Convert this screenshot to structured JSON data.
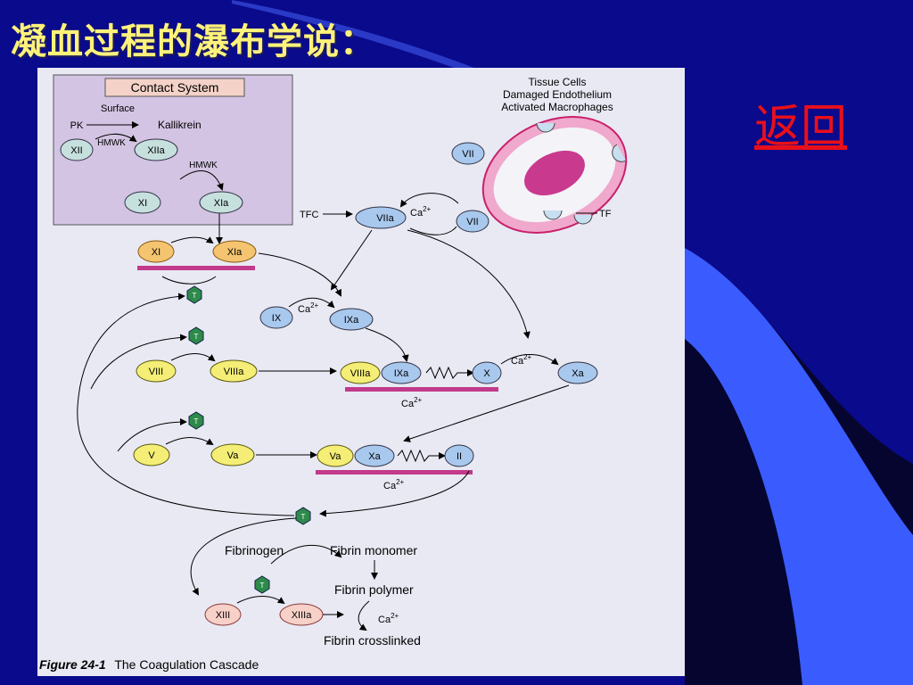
{
  "slide": {
    "title": "凝血过程的瀑布学说：",
    "back_label": "返回",
    "colors": {
      "background": "#0a0a8c",
      "title": "#fff27a",
      "back": "#e8101a",
      "accent": "#3a5cff",
      "dark": "#050530"
    }
  },
  "figure": {
    "caption_label": "Figure 24-1",
    "caption_text": "The Coagulation Cascade",
    "contact": {
      "title": "Contact System",
      "surface": "Surface",
      "pk": "PK",
      "kallikrein": "Kallikrein",
      "hmwk1": "HMWK",
      "hmwk2": "HMWK"
    },
    "tissue": {
      "line1": "Tissue Cells",
      "line2": "Damaged Endothelium",
      "line3": "Activated Macrophages"
    },
    "factors": {
      "xii": "XII",
      "xiia": "XIIa",
      "xi_c": "XI",
      "xia_c": "XIa",
      "vii_cell": "VII",
      "vii_b": "VII",
      "viia": "VIIa",
      "tfc": "TFC",
      "tf": "TF",
      "xi": "XI",
      "xia": "XIa",
      "ix": "IX",
      "ixa": "IXa",
      "viii": "VIII",
      "viiia": "VIIIa",
      "viiia_c": "VIIIa",
      "ixa_c": "IXa",
      "x": "X",
      "xa": "Xa",
      "v": "V",
      "va": "Va",
      "va_c": "Va",
      "xa_c": "Xa",
      "ii": "II",
      "t1": "T",
      "t2": "T",
      "t3": "T",
      "t4": "T",
      "t5": "T",
      "xiii": "XIII",
      "xiiia": "XIIIa"
    },
    "ca": {
      "ca_base": "Ca",
      "ca_sup": "2+"
    },
    "labels": {
      "fibrinogen": "Fibrinogen",
      "monomer": "Fibrin monomer",
      "polymer": "Fibrin polymer",
      "crosslinked": "Fibrin crosslinked"
    }
  }
}
